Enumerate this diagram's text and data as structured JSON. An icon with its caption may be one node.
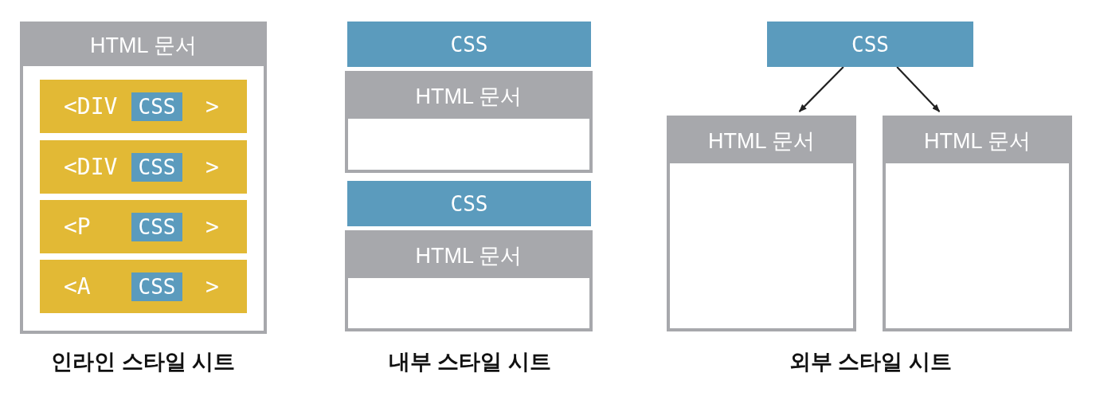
{
  "diagram": {
    "nodes": [
      {
        "text": [
          "HTML 문서"
        ]
      },
      {
        "text": [
          "<DIV",
          ">"
        ],
        "in": 0
      },
      {
        "text": [
          "CSS"
        ],
        "in": 1
      },
      {
        "text": [
          "<DIV",
          ">"
        ],
        "in": 0
      },
      {
        "text": [
          "CSS"
        ],
        "in": 3
      },
      {
        "text": [
          "<P",
          ">"
        ],
        "in": 0
      },
      {
        "text": [
          "CSS"
        ],
        "in": 5
      },
      {
        "text": [
          "<A",
          ">"
        ],
        "in": 0
      },
      {
        "text": [
          "CSS"
        ],
        "in": 7
      },
      {
        "text": [
          "CSS"
        ]
      },
      {
        "text": [
          "HTML 문서"
        ]
      },
      {
        "text": [
          "CSS"
        ]
      },
      {
        "text": [
          "HTML 문서"
        ]
      },
      {
        "text": [
          "CSS"
        ]
      },
      {
        "text": [
          "HTML 문서"
        ]
      },
      {
        "text": [
          "HTML 문서"
        ]
      }
    ],
    "edges": [
      {
        "from": 13,
        "to": 14,
        "arrow": "to"
      },
      {
        "from": 13,
        "to": 15,
        "arrow": "to"
      }
    ],
    "labels": [
      "인라인 스타일 시트",
      "내부 스타일 시트",
      "외부 스타일 시트"
    ]
  }
}
